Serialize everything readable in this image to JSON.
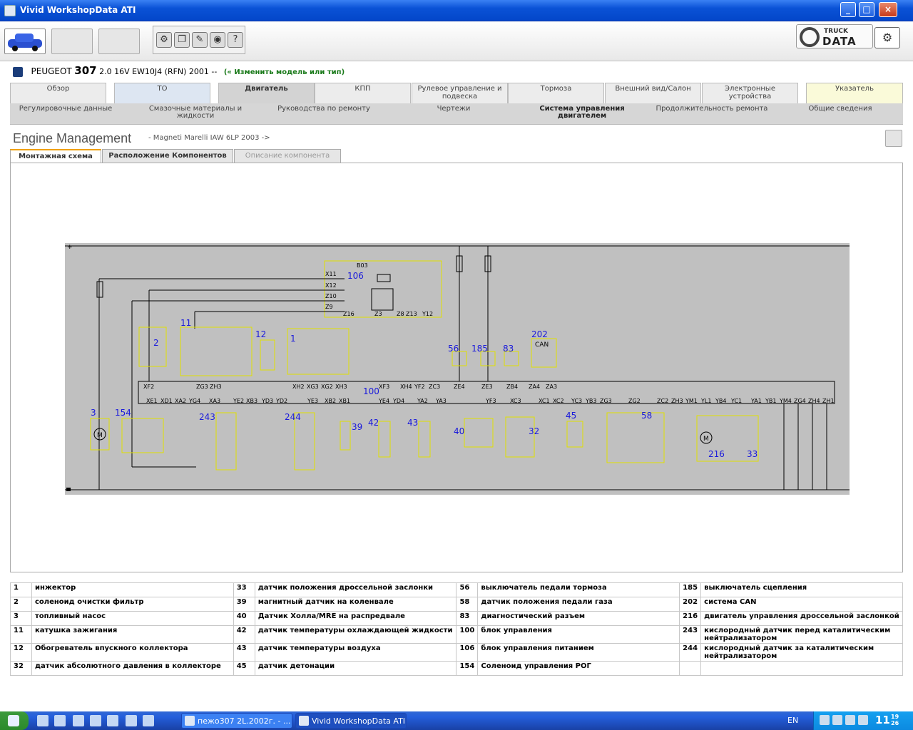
{
  "window": {
    "title": "Vivid WorkshopData ATI"
  },
  "vehicle": {
    "make": "PEUGEOT",
    "model": "307",
    "spec": "2.0 16V EW10J4 (RFN) 2001 --",
    "change_link": "(« Изменить модель или тип)"
  },
  "tabs": [
    {
      "label": "Обзор"
    },
    {
      "label": "TO"
    },
    {
      "label": "Двигатель"
    },
    {
      "label": "КПП"
    },
    {
      "label": "Рулевое управление и подвеска"
    },
    {
      "label": "Тормоза"
    },
    {
      "label": "Внешний вид/Салон"
    },
    {
      "label": "Электронные устройства"
    },
    {
      "label": "Указатель"
    }
  ],
  "subtabs": [
    {
      "label": "Регулировочные данные"
    },
    {
      "label": "Смазочные материалы и жидкости"
    },
    {
      "label": "Руководства по ремонту"
    },
    {
      "label": "Чертежи"
    },
    {
      "label": "Система управления двигателем"
    },
    {
      "label": "Продолжительность ремонта"
    },
    {
      "label": "Общие сведения"
    }
  ],
  "page": {
    "title": "Engine Management",
    "subtitle": "- Magneti Marelli IAW 6LP 2003 ->"
  },
  "inner_tabs": [
    {
      "label": "Монтажная схема"
    },
    {
      "label": "Расположение Компонентов"
    },
    {
      "label": "Описание компонента"
    }
  ],
  "diagram": {
    "component_ids": [
      "106",
      "2",
      "11",
      "12",
      "1",
      "56",
      "185",
      "83",
      "202",
      "3",
      "154",
      "243",
      "244",
      "39",
      "42",
      "43",
      "40",
      "32",
      "45",
      "58",
      "216",
      "33",
      "100"
    ],
    "pins_top_ecu": [
      "XF2",
      "ZG3",
      "ZH3",
      "XH2",
      "XG3",
      "XG2",
      "XH3",
      "XF3",
      "XH4",
      "YF2",
      "ZC3",
      "ZE4",
      "ZE3",
      "ZB4",
      "ZA4",
      "ZA3"
    ],
    "pins_bottom_ecu": [
      "XE1",
      "XD1",
      "XA2",
      "YG4",
      "XA3",
      "YE2",
      "XB3",
      "YD3",
      "YD2",
      "YE3",
      "XB2",
      "XB1",
      "YE4",
      "YD4",
      "YA2",
      "YA3",
      "YF3",
      "XC3",
      "XC1",
      "XC2",
      "YC3",
      "YB3",
      "ZG3",
      "ZG2",
      "ZC2",
      "ZH3",
      "YM1",
      "YL1",
      "YB4",
      "YC1",
      "YA1",
      "YB1",
      "YM4",
      "ZG4",
      "ZH4",
      "ZH1"
    ],
    "relay_pins": [
      "B03",
      "X11",
      "X12",
      "Z10",
      "Z9",
      "Z16",
      "Z3",
      "Z8",
      "Z13",
      "Y12"
    ],
    "can_label": "CAN"
  },
  "legend": [
    [
      [
        "1",
        "инжектор"
      ],
      [
        "33",
        "датчик положения дроссельной заслонки"
      ],
      [
        "56",
        "выключатель педали тормоза"
      ],
      [
        "185",
        "выключатель сцепления"
      ]
    ],
    [
      [
        "2",
        "соленоид очистки фильтр"
      ],
      [
        "39",
        "магнитный датчик на коленвале"
      ],
      [
        "58",
        "датчик положения педали газа"
      ],
      [
        "202",
        "система CAN"
      ]
    ],
    [
      [
        "3",
        "топливный насос"
      ],
      [
        "40",
        "Датчик Холла/MRE на распредвале"
      ],
      [
        "83",
        "диагностический разъем"
      ],
      [
        "216",
        "двигатель управления дроссельной заслонкой"
      ]
    ],
    [
      [
        "11",
        "катушка зажигания"
      ],
      [
        "42",
        "датчик температуры охлаждающей жидкости"
      ],
      [
        "100",
        "блок управления"
      ],
      [
        "243",
        "кислородный датчик перед каталитическим нейтрализатором"
      ]
    ],
    [
      [
        "12",
        "Обогреватель впускного коллектора"
      ],
      [
        "43",
        "датчик температуры воздуха"
      ],
      [
        "106",
        "блок управления питанием"
      ],
      [
        "244",
        "кислородный датчик за каталитическим нейтрализатором"
      ]
    ],
    [
      [
        "32",
        "датчик абсолютного давления в коллекторе"
      ],
      [
        "45",
        "датчик детонации"
      ],
      [
        "154",
        "Соленоид управления РОГ"
      ],
      [
        "",
        ""
      ]
    ]
  ],
  "taskbar": {
    "items": [
      "пежо307 2L.2002г. - ...",
      "Vivid WorkshopData ATI"
    ],
    "lang": "EN",
    "time": "11",
    "time_small": "19 26"
  },
  "colors": {
    "titlebar": "#0a52d6",
    "diagram_bg": "#c0c0c0",
    "component": "#f0f000",
    "label": "#1a1adb"
  }
}
